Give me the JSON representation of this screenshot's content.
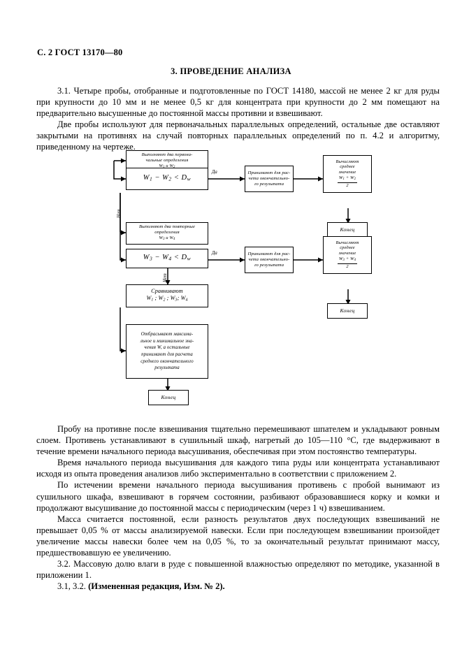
{
  "header": {
    "page_mark": "С. 2 ГОСТ 13170—80"
  },
  "section": {
    "title": "3. ПРОВЕДЕНИЕ АНАЛИЗА"
  },
  "paragraphs_top": [
    "3.1. Четыре пробы, отобранные и подготовленные по ГОСТ 14180, массой не менее 2 кг для руды при крупности до 10 мм и не менее 0,5 кг для концентрата при крупности до 2 мм помещают на предварительно высушенные до постоянной массы противни и взвешивают.",
    "Две пробы используют для первоначальных параллельных определений, остальные две оставляют закрытыми на противнях на случай повторных параллельных определений по п. 4.2 и алгоритму, приведенному на чертеже."
  ],
  "paragraphs_bottom": [
    "Пробу на противне после взвешивания тщательно перемешивают шпателем и укладывают ровным слоем. Противень устанавливают в сушильный шкаф, нагретый до 105—110 °С, где выдерживают в течение времени начального периода высушивания, обеспечивая при этом постоянство температуры.",
    "Время начального периода высушивания для каждого типа руды или концентрата устанавливают исходя из опыта проведения анализов либо экспериментально в соответствии с приложением 2.",
    "По истечении времени начального периода высушивания противень с пробой вынимают из сушильного шкафа, взвешивают в горячем состоянии, разбивают образовавшиеся корку и комки и продолжают высушивание до постоянной массы с периодическим (через 1 ч) взвешиванием.",
    "Масса считается постоянной, если разность результатов двух последующих взвешиваний не превышает 0,05 % от массы анализируемой навески. Если при последующем взвешивании произойдет увеличение массы навески более чем на 0,05 %, то за окончательный результат принимают массу, предшествовавшую ее увеличению.",
    "3.2. Массовую долю влаги в руде с повышенной влажностью определяют по методике, указанной в приложении 1."
  ],
  "revision_note": {
    "prefix": "3.1, 3.2. ",
    "bold": "(Измененная редакция, Изм. № 2)."
  },
  "flowchart": {
    "nodes": {
      "first_determinations": {
        "line1": "Выполняют два первона-",
        "line2": "чальные определения",
        "line3": "W1 и W2"
      },
      "compare1": "W1 − W2 < Dw",
      "accept1": {
        "line1": "Принимают для рас-",
        "line2": "чета окончательно-",
        "line3": "го результата"
      },
      "average1": {
        "line1": "Вычисляют",
        "line2": "среднее",
        "line3": "значение",
        "numerator": "W1 + W2",
        "denominator": "2"
      },
      "end1": "Конец",
      "repeat_determinations": {
        "line1": "Выполняют два повторные",
        "line2": "определения",
        "line3": "W3 и W4"
      },
      "compare2": "W3 − W4 < Dw",
      "accept2": {
        "line1": "Принимают для рас-",
        "line2": "чета окончательно-",
        "line3": "го результата"
      },
      "average2": {
        "line1": "Вычисляют",
        "line2": "среднее",
        "line3": "значение",
        "numerator": "W3 + W4",
        "denominator": "2"
      },
      "end2": "Конец",
      "compare_all": {
        "line1": "Сравнивают",
        "line2": "W1 ; W2 ; W3; W4"
      },
      "discard": {
        "line1": "Отбрасывают максима-",
        "line2": "льное и минимальное зна-",
        "line3": "чения W, а остальные",
        "line4": "принимают для расчета",
        "line5": "среднего окончательного",
        "line6": "результата"
      },
      "end3": "Конец"
    },
    "edge_labels": {
      "yes1": "Да",
      "no1": "Нет",
      "yes2": "Да",
      "no2": "Нет"
    },
    "colors": {
      "line": "#000000",
      "background": "#ffffff"
    }
  }
}
